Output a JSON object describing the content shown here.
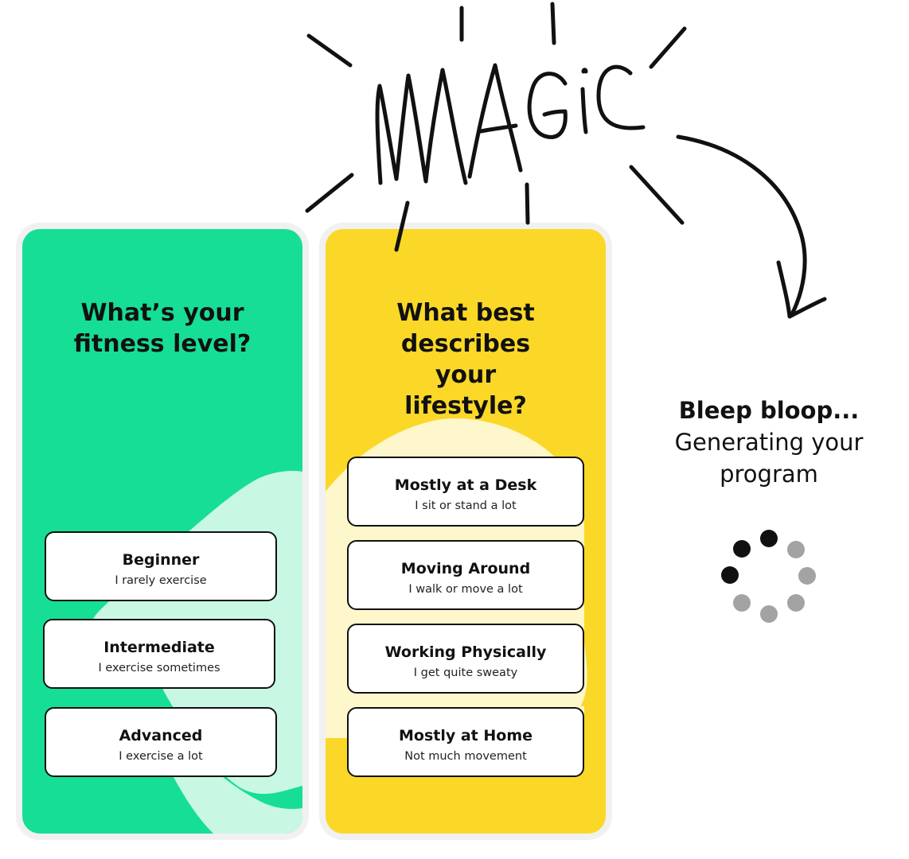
{
  "scribble": {
    "word": "MAGIC"
  },
  "fitness": {
    "title": "What’s your fitness level?",
    "options": [
      {
        "title": "Beginner",
        "subtitle": "I rarely exercise"
      },
      {
        "title": "Intermediate",
        "subtitle": "I exercise sometimes"
      },
      {
        "title": "Advanced",
        "subtitle": "I exercise a lot"
      }
    ],
    "background_color": "#16df95",
    "blob_color": "#c8f8e3"
  },
  "lifestyle": {
    "title": "What best describes your lifestyle?",
    "options": [
      {
        "title": "Mostly at a Desk",
        "subtitle": "I sit or stand a lot"
      },
      {
        "title": "Moving Around",
        "subtitle": "I walk or move a lot"
      },
      {
        "title": "Working Physically",
        "subtitle": "I get quite sweaty"
      },
      {
        "title": "Mostly at Home",
        "subtitle": "Not much movement"
      }
    ],
    "background_color": "#fbd827",
    "blob_color": "#fef7cc"
  },
  "loading": {
    "heading": "Bleep bloop...",
    "message": "Generating your program",
    "spinner_icon": "loading-spinner-icon"
  }
}
